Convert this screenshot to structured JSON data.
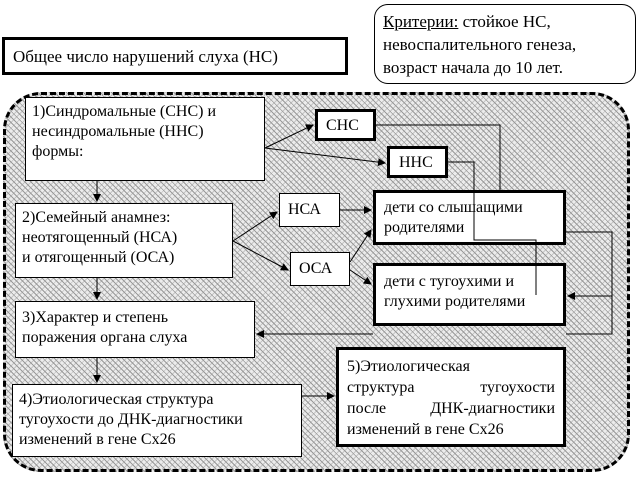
{
  "total": "Общее число нарушений слуха (НС)",
  "criteria": {
    "label": "Критерии:",
    "text": " стойкое НС, невоспалительного генеза, возраст начала до 10 лет."
  },
  "steps": {
    "forms": "1)Синдромальные (СНС) и\nнесиндромальные (ННС)\nформы:",
    "family": "2)Семейный анамнез:\nнеотягощенный (НСА)\nи отягощенный (ОСА)",
    "character": "3)Характер и степень\nпоражения органа слуха",
    "etiology_before": "4)Этиологическая структура\nтугоухости до ДНК-диагностики\nизменений в гене Cx26",
    "etiology_after_l1": "5)Этиологическая",
    "etiology_after_l2": "структура тугоухости",
    "etiology_after_l3": "после ДНК-диагностики",
    "etiology_after_l4": "изменений в гене Cx26"
  },
  "tags": {
    "sns": "СНС",
    "nns": "ННС",
    "nsa": "НСА",
    "osa": "ОСА"
  },
  "groups": {
    "hearing_parents": "дети со слышащими\nродителями",
    "deaf_parents": "дети с тугоухими и\nглухими родителями"
  }
}
